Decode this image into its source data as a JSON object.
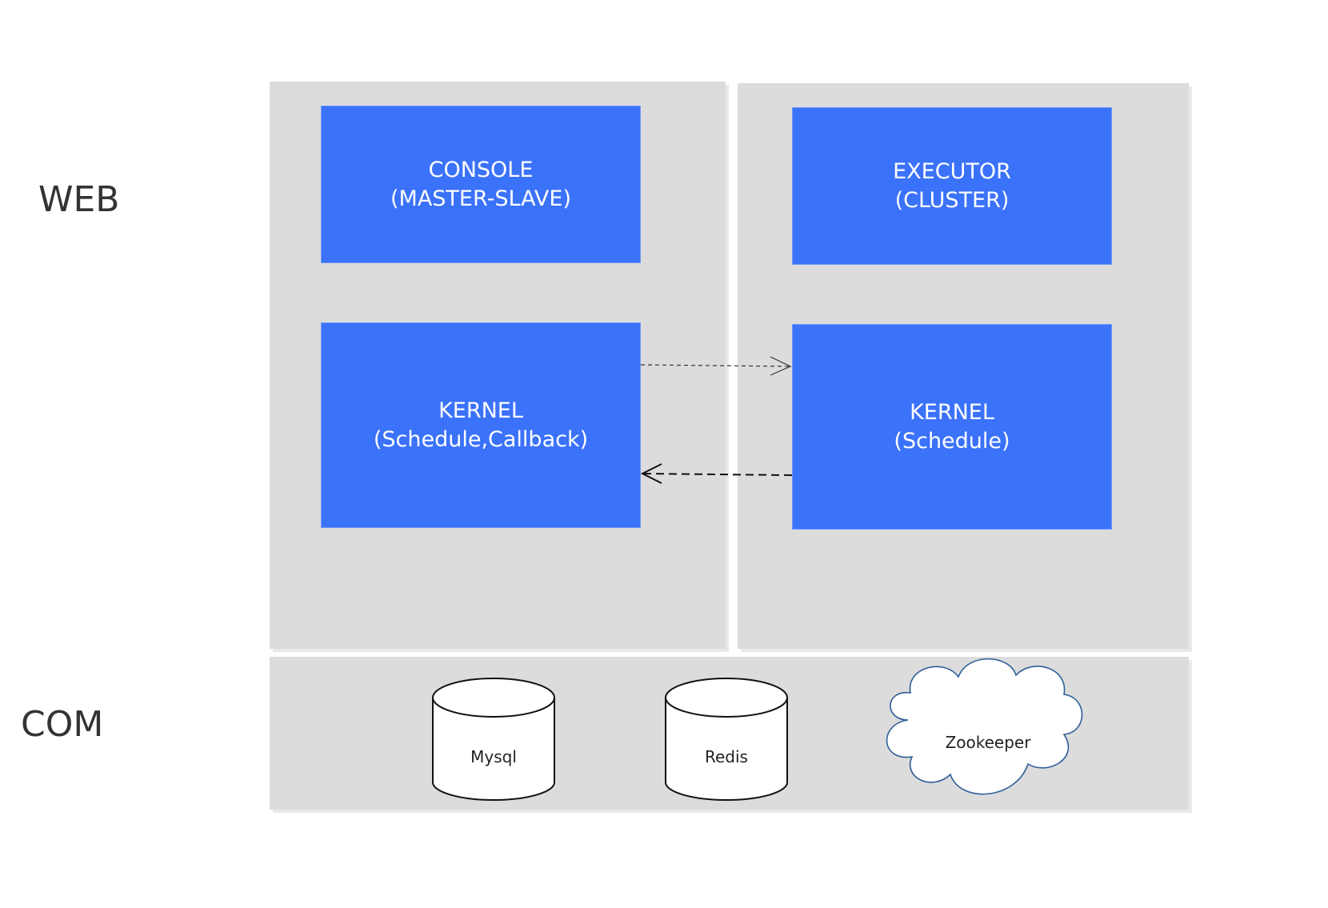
{
  "layers": {
    "web": "WEB",
    "com": "COM"
  },
  "components": {
    "console": {
      "title": "CONSOLE",
      "subtitle": "(MASTER-SLAVE)"
    },
    "executor": {
      "title": "EXECUTOR",
      "subtitle": "(CLUSTER)"
    },
    "console_kernel": {
      "title": "KERNEL",
      "subtitle": "(Schedule,Callback)"
    },
    "executor_kernel": {
      "title": "KERNEL",
      "subtitle": "(Schedule)"
    }
  },
  "storage": {
    "mysql": "Mysql",
    "redis": "Redis",
    "zookeeper": "Zookeeper"
  },
  "colors": {
    "panel": "#dcdcdc",
    "block": "#3b72fa",
    "text_dark": "#333333"
  }
}
